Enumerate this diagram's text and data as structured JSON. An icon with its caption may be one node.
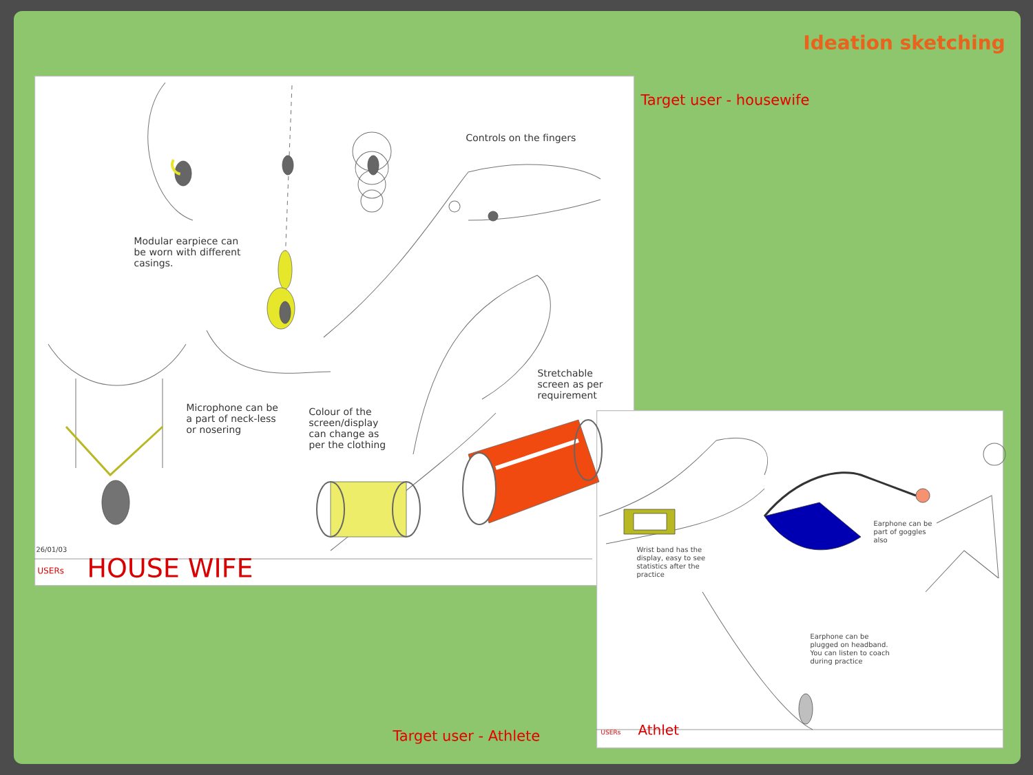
{
  "diagram": {
    "title": "Ideation sketching",
    "nodes": [
      {
        "text": [
          "Modular earpiece can be worn with different casings.",
          "Controls on the fingers",
          "Microphone can be a part of neck-less or nosering",
          "Colour of the screen/display can change as per the clothing",
          "Stretchable screen as per requirement",
          "26/01/03",
          "USERs",
          "HOUSE WIFE"
        ]
      },
      {
        "text": [
          "Wrist band has the display, easy to see statistics after the practice",
          "Earphone can be part of goggles also",
          "Earphone can be plugged on headband. You can listen to coach during practice",
          "USERs",
          "Athlet"
        ]
      }
    ],
    "labels": [
      "Target user - housewife",
      "Target user - Athlete"
    ]
  }
}
